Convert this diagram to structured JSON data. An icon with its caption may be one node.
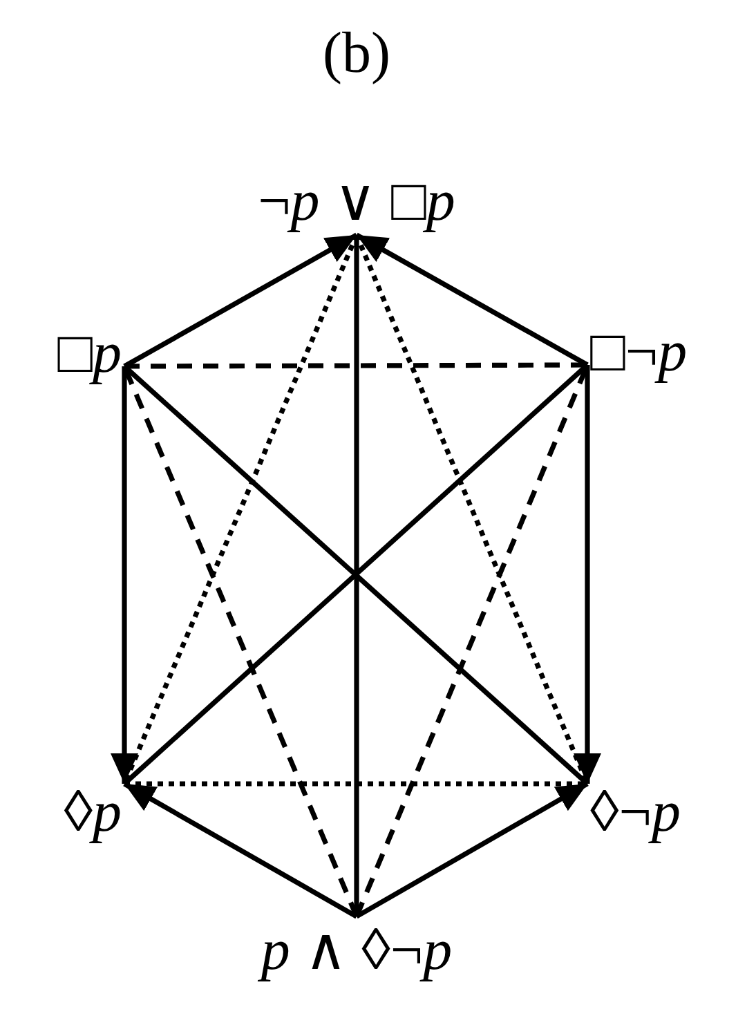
{
  "diagram": {
    "title": "(b)",
    "nodes": [
      {
        "text": [
          "¬*p* ∨ □*p*"
        ]
      },
      {
        "text": [
          "□*p*"
        ]
      },
      {
        "text": [
          "□¬*p*"
        ]
      },
      {
        "text": [
          "◊*p*"
        ]
      },
      {
        "text": [
          "◊¬*p*"
        ]
      },
      {
        "text": [
          "*p* ∧ ◊¬*p*"
        ]
      }
    ],
    "edges": [
      {
        "from": 1,
        "to": 0,
        "arrow": "to"
      },
      {
        "from": 2,
        "to": 0,
        "arrow": "to"
      },
      {
        "from": 1,
        "to": 2,
        "arrow": "none",
        "style": "dashed"
      },
      {
        "from": 1,
        "to": 3,
        "arrow": "to"
      },
      {
        "from": 2,
        "to": 4,
        "arrow": "to"
      },
      {
        "from": 1,
        "to": 4,
        "arrow": "none"
      },
      {
        "from": 2,
        "to": 3,
        "arrow": "none"
      },
      {
        "from": 0,
        "to": 5,
        "arrow": "none"
      },
      {
        "from": 0,
        "to": 3,
        "arrow": "none",
        "style": "dashed"
      },
      {
        "from": 0,
        "to": 4,
        "arrow": "none",
        "style": "dashed"
      },
      {
        "from": 5,
        "to": 1,
        "arrow": "none",
        "style": "dashed"
      },
      {
        "from": 5,
        "to": 2,
        "arrow": "none",
        "style": "dashed"
      },
      {
        "from": 3,
        "to": 4,
        "arrow": "none",
        "style": "dashed"
      },
      {
        "from": 5,
        "to": 3,
        "arrow": "to"
      },
      {
        "from": 5,
        "to": 4,
        "arrow": "to"
      }
    ]
  }
}
